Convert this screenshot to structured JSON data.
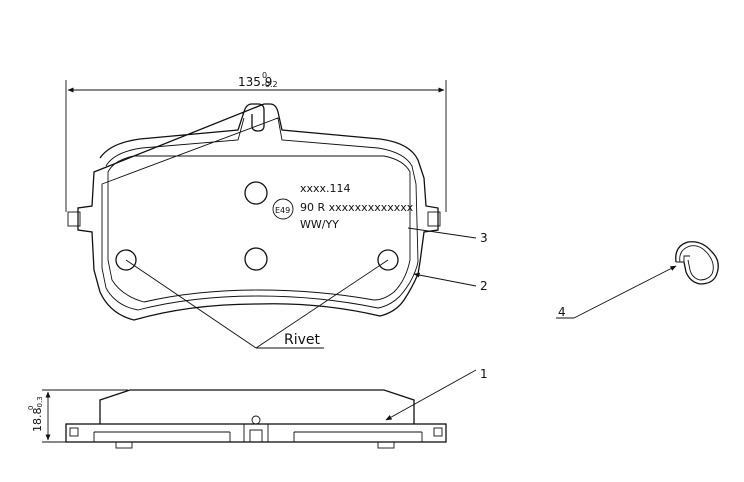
{
  "dimensions": {
    "width": {
      "nominal": "135.9",
      "tol_upper": "0",
      "tol_lower": "-0.2"
    },
    "thickness": {
      "nominal": "18.8",
      "tol_upper": "0",
      "tol_lower": "-0.3"
    }
  },
  "markings": {
    "line1": "xxxx.114",
    "approval_mark": "E49",
    "line2": "90 R xxxxxxxxxxxxx",
    "line3": "WW/YY"
  },
  "callouts": {
    "rivet": "Rivet",
    "item1": "1",
    "item2": "2",
    "item3": "3",
    "item4": "4"
  }
}
